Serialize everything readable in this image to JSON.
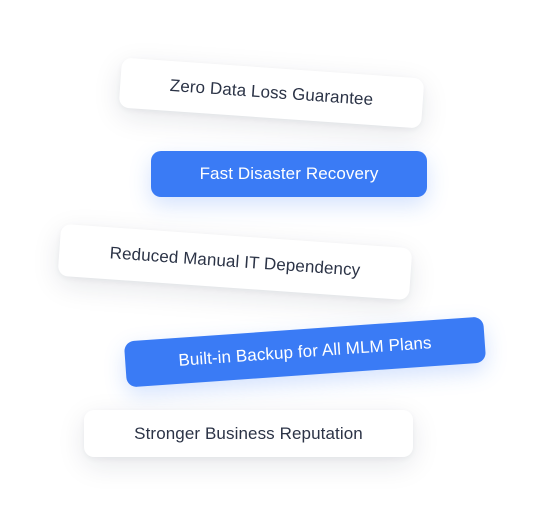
{
  "colors": {
    "accent": "#3a7bf5",
    "text_dark": "#2b3346",
    "text_light": "#ffffff",
    "card_bg": "#ffffff"
  },
  "features": [
    {
      "label": "Zero Data Loss Guarantee",
      "style": "light"
    },
    {
      "label": "Fast Disaster Recovery",
      "style": "blue"
    },
    {
      "label": "Reduced Manual IT Dependency",
      "style": "light"
    },
    {
      "label": "Built-in Backup for All MLM Plans",
      "style": "blue"
    },
    {
      "label": "Stronger Business Reputation",
      "style": "light"
    }
  ]
}
